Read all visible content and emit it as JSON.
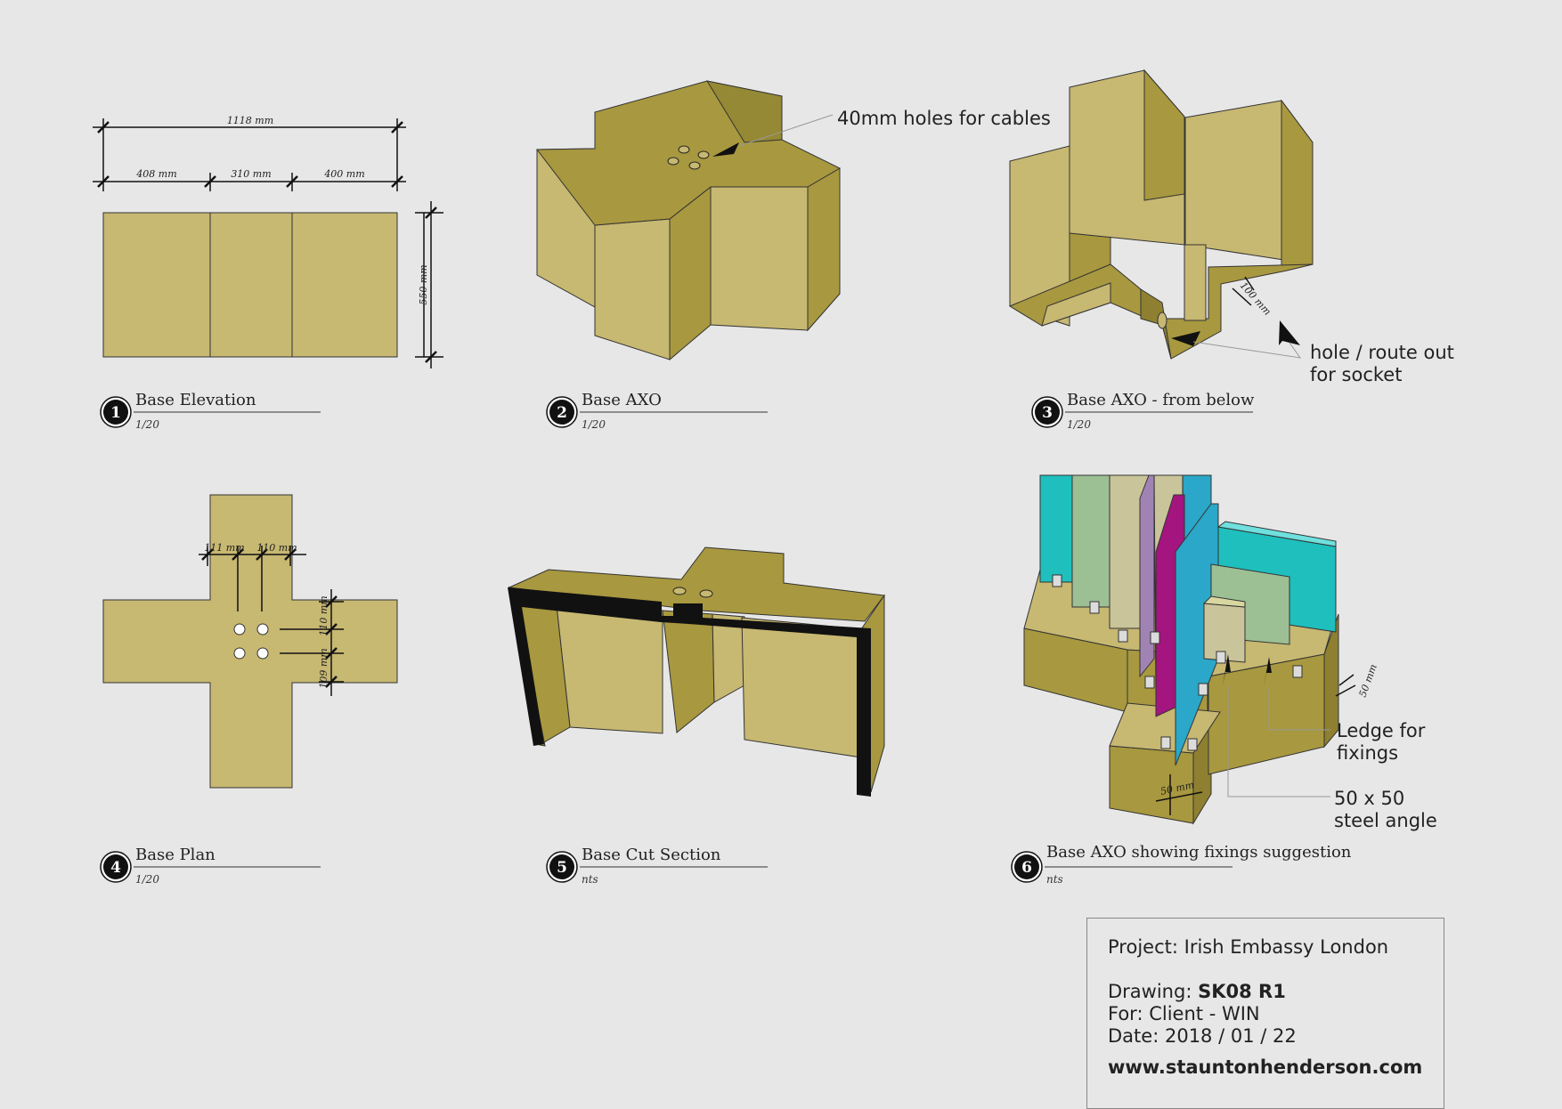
{
  "views": [
    {
      "number": "1",
      "title": "Base Elevation",
      "scale": "1/20"
    },
    {
      "number": "2",
      "title": "Base AXO",
      "scale": "1/20"
    },
    {
      "number": "3",
      "title": "Base AXO - from below",
      "scale": "1/20"
    },
    {
      "number": "4",
      "title": "Base Plan",
      "scale": "1/20"
    },
    {
      "number": "5",
      "title": "Base Cut Section",
      "scale": "nts"
    },
    {
      "number": "6",
      "title": "Base AXO showing fixings suggestion",
      "scale": "nts"
    }
  ],
  "elevation_dims": {
    "overall": "1118 mm",
    "left": "408 mm",
    "middle": "310 mm",
    "right": "400 mm",
    "height": "550 mm"
  },
  "plan_dims": {
    "a": "111 mm",
    "b": "110 mm",
    "c": "110 mm",
    "d": "109 mm"
  },
  "axo_below_dim": "100 mm",
  "fixings_dims": {
    "ledge": "50 mm",
    "base": "50 mm"
  },
  "notes": {
    "holes": "40mm holes for cables",
    "socket_line1": "hole / route out",
    "socket_line2": "for socket",
    "ledge_line1": "Ledge for",
    "ledge_line2": "fixings",
    "angle_line1": "50 x 50",
    "angle_line2": "steel angle"
  },
  "titleblock": {
    "project_label": "Project:",
    "project": "Irish Embassy London",
    "drawing_label": "Drawing:",
    "drawing": "SK08 R1",
    "for_label": "For:",
    "for": "Client - WIN",
    "date_label": "Date:",
    "date": "2018 / 01 / 22",
    "website": "www.stauntonhenderson.com"
  },
  "colors": {
    "background": "#e7e7e7",
    "base_light": "#c7b872",
    "base_mid": "#a8983f",
    "base_dark": "#8e8030",
    "teal": "#1ebfbd",
    "sage": "#9cbf94",
    "beige": "#c9c49a",
    "lilac": "#a183b3",
    "magenta": "#a4157f",
    "cyan": "#2aa7c9",
    "pale_yellow": "#d8d7a0"
  }
}
